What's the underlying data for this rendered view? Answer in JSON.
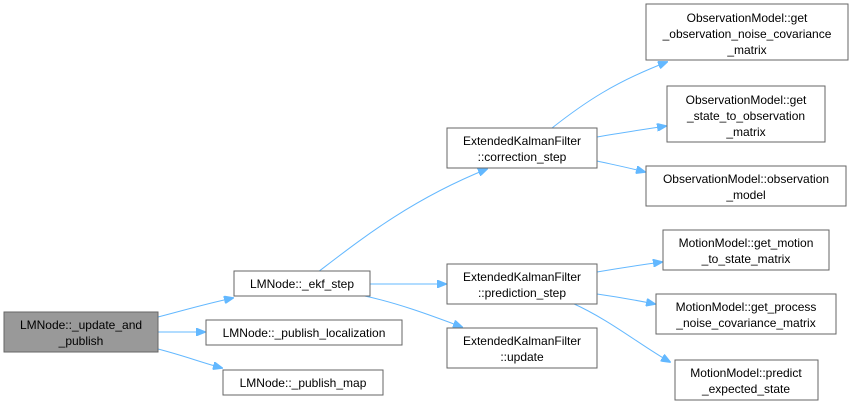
{
  "nodes": {
    "update_and_publish": [
      "LMNode::_update_and",
      "_publish"
    ],
    "ekf_step": [
      "LMNode::_ekf_step"
    ],
    "publish_localization": [
      "LMNode::_publish_localization"
    ],
    "publish_map": [
      "LMNode::_publish_map"
    ],
    "correction_step": [
      "ExtendedKalmanFilter",
      "::correction_step"
    ],
    "prediction_step": [
      "ExtendedKalmanFilter",
      "::prediction_step"
    ],
    "ekf_update": [
      "ExtendedKalmanFilter",
      "::update"
    ],
    "get_observation_noise": [
      "ObservationModel::get",
      "_observation_noise_covariance",
      "_matrix"
    ],
    "get_state_to_observation": [
      "ObservationModel::get",
      "_state_to_observation",
      "_matrix"
    ],
    "observation_model": [
      "ObservationModel::observation",
      "_model"
    ],
    "get_motion_to_state": [
      "MotionModel::get_motion",
      "_to_state_matrix"
    ],
    "get_process_noise": [
      "MotionModel::get_process",
      "_noise_covariance_matrix"
    ],
    "predict_expected_state": [
      "MotionModel::predict",
      "_expected_state"
    ]
  },
  "edges": [
    [
      "update_and_publish",
      "ekf_step"
    ],
    [
      "update_and_publish",
      "publish_localization"
    ],
    [
      "update_and_publish",
      "publish_map"
    ],
    [
      "ekf_step",
      "correction_step"
    ],
    [
      "ekf_step",
      "prediction_step"
    ],
    [
      "ekf_step",
      "ekf_update"
    ],
    [
      "correction_step",
      "get_observation_noise"
    ],
    [
      "correction_step",
      "get_state_to_observation"
    ],
    [
      "correction_step",
      "observation_model"
    ],
    [
      "prediction_step",
      "get_motion_to_state"
    ],
    [
      "prediction_step",
      "get_process_noise"
    ],
    [
      "prediction_step",
      "predict_expected_state"
    ]
  ]
}
